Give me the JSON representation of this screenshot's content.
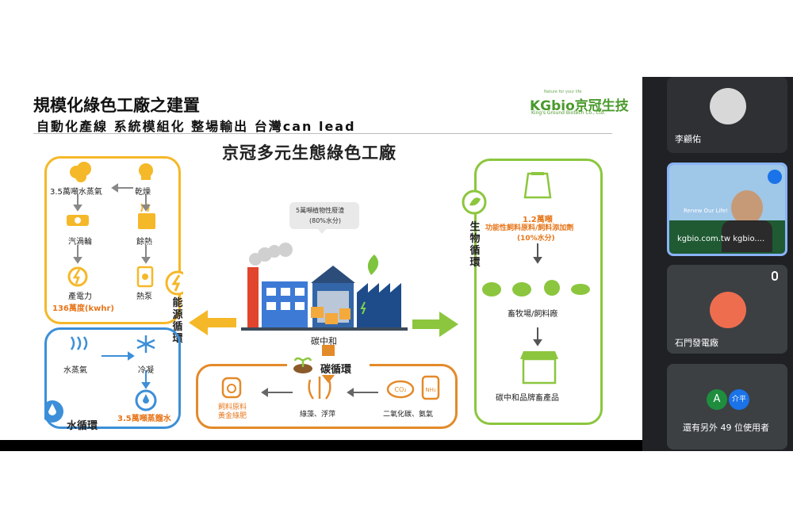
{
  "slide": {
    "title": "規模化綠色工廠之建置",
    "subtitle": "自動化產線 系統模組化 整場輸出 台灣can lead",
    "logo": {
      "text": "KGbio京冠生技",
      "sub": "King's Ground Biotech Co., Ltd.",
      "tiny": "Nature for your life"
    },
    "factory_title": "京冠多元生態綠色工廠",
    "center": {
      "bubble_line1": "5萬噸植物性廢渣",
      "bubble_line2": "(80%水分)",
      "factory_label": "碳中和"
    },
    "energy": {
      "section_label": "能源循環",
      "steam": "3.5萬噸水蒸氣",
      "dry": "乾燥",
      "turbine": "汽渦輪",
      "waste_heat": "餘熱",
      "power": "產電力",
      "power_amount": "136萬度(kwhr)",
      "heat_pump": "熱泵"
    },
    "water": {
      "section_label": "水循環",
      "vapor": "水蒸氣",
      "condense": "冷凝",
      "distilled": "3.5萬噸蒸餾水"
    },
    "carbon": {
      "section_label": "碳循環",
      "feed_line1": "飼料原料",
      "feed_line2": "黃金綠肥",
      "algae": "綠藻、浮萍",
      "co2": "二氧化碳、氨氣",
      "co2_icon": "CO₂",
      "nh3_icon": "NH₃"
    },
    "bio": {
      "section_label": "生物循環",
      "amount": "1.2萬噸",
      "feed_desc": "功能性飼料原料/飼料添加劑",
      "water_pct": "(10%水分)",
      "farms": "畜牧場/飼料廠",
      "product": "碳中和品牌畜產品"
    }
  },
  "participants": [
    {
      "name": "李顧佑"
    },
    {
      "name": "kgbio.com.tw kgbio....",
      "bg_text": "Renew Our Life!"
    },
    {
      "name": "石門發電廠"
    },
    {
      "name": "還有另外 49 位使用者",
      "a1": "A",
      "a2": "介平"
    }
  ],
  "colors": {
    "energy": "#f5b829",
    "water": "#3c8fd8",
    "carbon": "#e38a2a",
    "bio": "#8cc63e",
    "accent_orange": "#e7761b"
  }
}
